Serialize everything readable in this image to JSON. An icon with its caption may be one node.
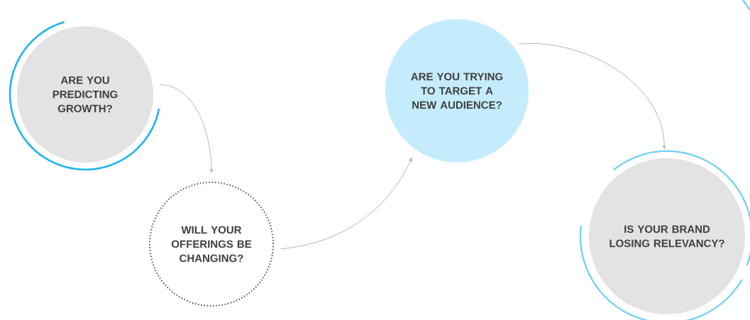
{
  "diagram": {
    "nodes": [
      {
        "text": [
          "ARE YOU PREDICTING GROWTH?"
        ]
      },
      {
        "text": [
          "WILL YOUR OFFERINGS BE CHANGING?"
        ]
      },
      {
        "text": [
          "ARE YOU TRYING TO TARGET A NEW AUDIENCE?"
        ]
      },
      {
        "text": [
          "IS YOUR BRAND LOSING RELEVANCY?"
        ]
      }
    ],
    "edges": [
      {
        "from": 0,
        "to": 1,
        "arrow": "to"
      },
      {
        "from": 1,
        "to": 2,
        "arrow": "to"
      },
      {
        "from": 2,
        "to": 3,
        "arrow": "to"
      }
    ]
  }
}
